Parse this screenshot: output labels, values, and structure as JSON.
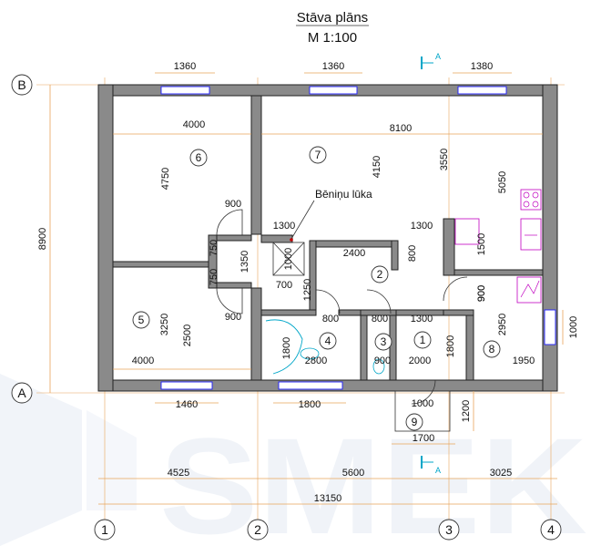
{
  "title": {
    "main": "Stāva plāns",
    "scale": "M 1:100"
  },
  "watermark": "SMEK",
  "axes": {
    "letters": [
      "B",
      "A"
    ],
    "numbers": [
      "1",
      "2",
      "3",
      "4"
    ]
  },
  "dimensions": {
    "top_windows": [
      "1360",
      "1360",
      "1380"
    ],
    "bottom_windows": [
      "1460",
      "1800"
    ],
    "left_height": "8900",
    "right_window": "1000",
    "porch_height": "1200",
    "porch_width": "1700",
    "bottom_spans": [
      "4525",
      "5600",
      "3025"
    ],
    "total_width": "13150",
    "interior": [
      "4000",
      "8100",
      "4750",
      "4150",
      "3550",
      "5050",
      "900",
      "1300",
      "1000",
      "1350",
      "750",
      "750",
      "2400",
      "800",
      "1300",
      "1500",
      "700",
      "1250",
      "900",
      "3250",
      "2500",
      "900",
      "800",
      "800",
      "1300",
      "900",
      "2950",
      "1800",
      "2800",
      "1800",
      "900",
      "2000",
      "4000",
      "1950",
      "1000"
    ]
  },
  "rooms": [
    "6",
    "7",
    "5",
    "2",
    "4",
    "3",
    "1",
    "8",
    "9"
  ],
  "annotations": {
    "attic_hatch": "Bēniņu lūka",
    "section_mark": "A"
  },
  "colors": {
    "wall_fill": "#8a8a8a",
    "dimension_line": "#e8a45a",
    "window_line": "#1a1aff",
    "section_mark": "#00a6c8",
    "watermark": "#3a6aa8"
  }
}
